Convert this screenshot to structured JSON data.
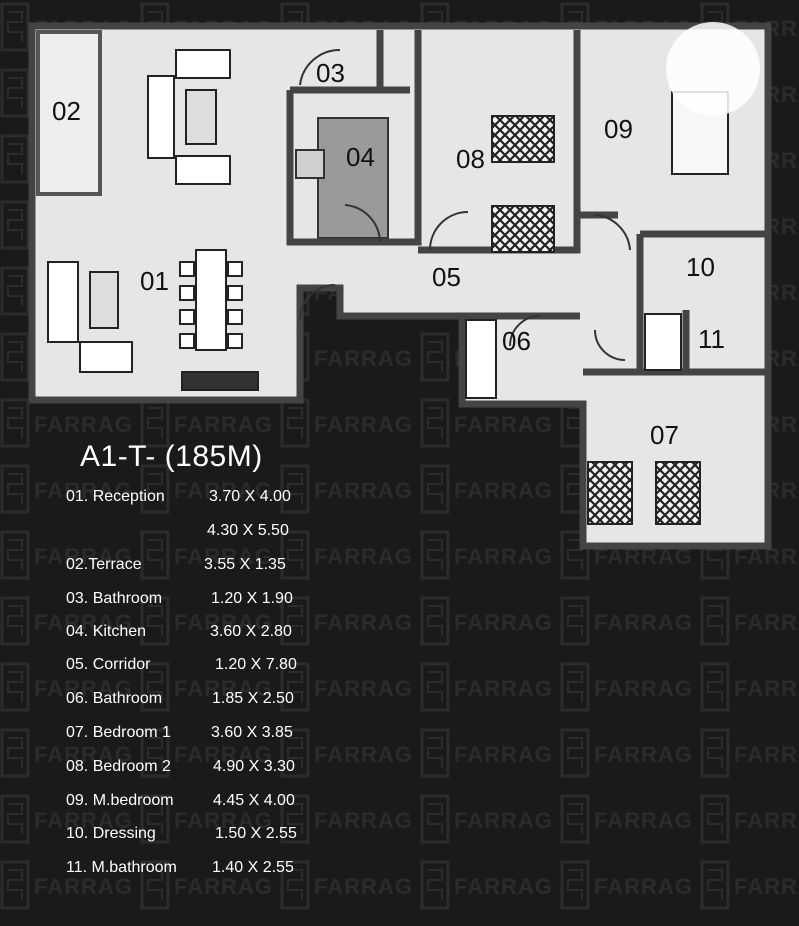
{
  "plan": {
    "room_labels": [
      "01",
      "02",
      "03",
      "04",
      "05",
      "06",
      "07",
      "08",
      "09",
      "10",
      "11"
    ],
    "title": "A1-T- (185M)"
  },
  "schedule": [
    {
      "name": "01. Reception",
      "dims": "3.70 X 4.00"
    },
    {
      "name": "",
      "dims": "4.30 X 5.50"
    },
    {
      "name": "02.Terrace",
      "dims": "3.55 X 1.35"
    },
    {
      "name": "03. Bathroom",
      "dims": "1.20 X 1.90"
    },
    {
      "name": "04. Kitchen",
      "dims": "3.60 X 2.80"
    },
    {
      "name": "05. Corridor",
      "dims": "1.20 X 7.80"
    },
    {
      "name": "06. Bathroom",
      "dims": "1.85 X 2.50"
    },
    {
      "name": "07. Bedroom 1",
      "dims": "3.60 X 3.85"
    },
    {
      "name": "08. Bedroom 2",
      "dims": "4.90 X  3.30"
    },
    {
      "name": "09. M.bedroom",
      "dims": "4.45 X 4.00"
    },
    {
      "name": "10. Dressing",
      "dims": "1.50 X 2.55"
    },
    {
      "name": "11. M.bathroom",
      "dims": "1.40 X 2.55"
    }
  ],
  "watermark": "FARRAG",
  "colors": {
    "background": "#1a1a1a",
    "floor": "#e6e6e6",
    "wall": "#444444",
    "kitchen": "#9a9a9a",
    "text": "#ffffff"
  }
}
